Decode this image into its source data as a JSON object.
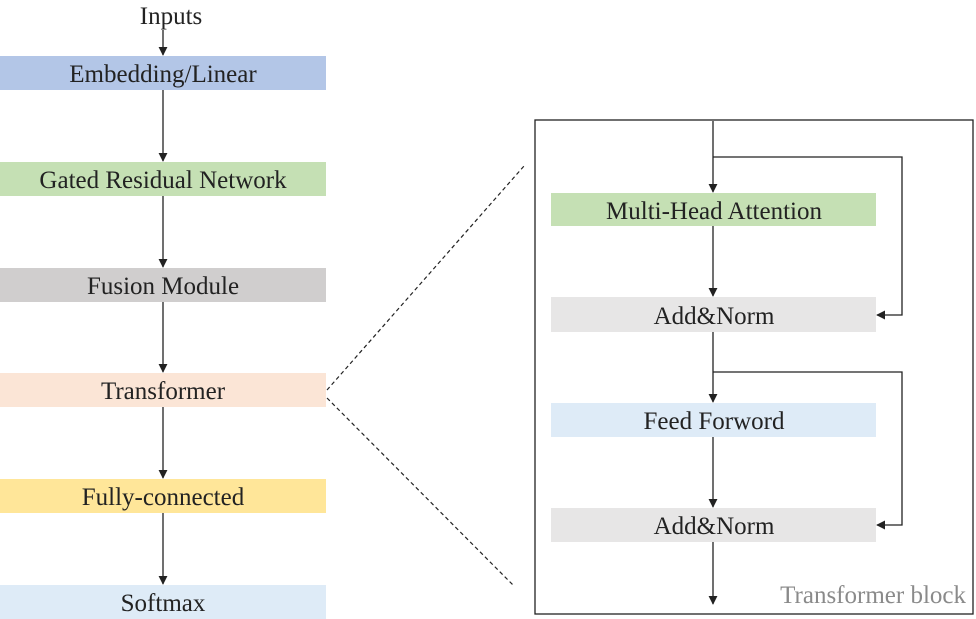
{
  "input_label": "Inputs",
  "pipeline": [
    {
      "id": "embedding",
      "label": "Embedding/Linear",
      "color": "#b3c6e7"
    },
    {
      "id": "grn",
      "label": "Gated Residual Network",
      "color": "#c5e0b4"
    },
    {
      "id": "fusion",
      "label": "Fusion Module",
      "color": "#d0cece"
    },
    {
      "id": "transformer",
      "label": "Transformer",
      "color": "#fbe5d6"
    },
    {
      "id": "fully-connected",
      "label": "Fully-connected",
      "color": "#ffe699"
    },
    {
      "id": "softmax",
      "label": "Softmax",
      "color": "#deebf7"
    }
  ],
  "transformer_block": {
    "title": "Transformer block",
    "layers": [
      {
        "id": "mha",
        "label": "Multi-Head Attention",
        "color": "#c5e0b4"
      },
      {
        "id": "addnorm-1",
        "label": "Add&Norm",
        "color": "#e7e6e6"
      },
      {
        "id": "ffn",
        "label": "Feed Forword",
        "color": "#deebf7"
      },
      {
        "id": "addnorm-2",
        "label": "Add&Norm",
        "color": "#e7e6e6"
      }
    ]
  }
}
